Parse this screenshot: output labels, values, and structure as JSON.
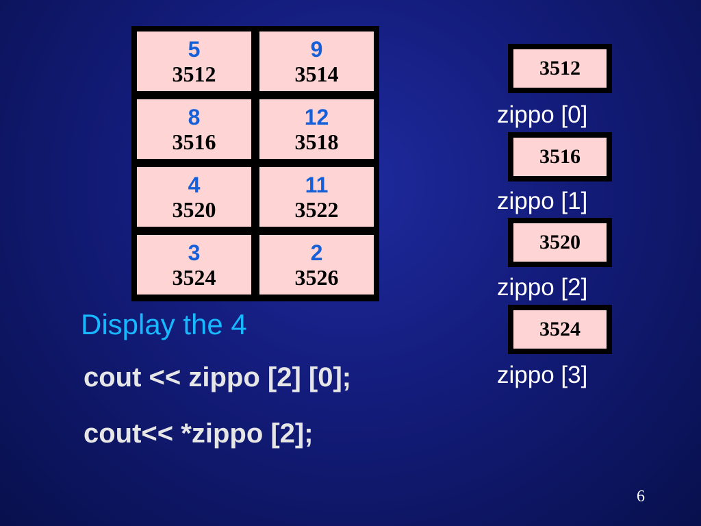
{
  "grid": {
    "cells": [
      {
        "value": "5",
        "address": "3512"
      },
      {
        "value": "9",
        "address": "3514"
      },
      {
        "value": "8",
        "address": "3516"
      },
      {
        "value": "12",
        "address": "3518"
      },
      {
        "value": "4",
        "address": "3520"
      },
      {
        "value": "11",
        "address": "3522"
      },
      {
        "value": "3",
        "address": "3524"
      },
      {
        "value": "2",
        "address": "3526"
      }
    ]
  },
  "pointers": [
    {
      "address": "3512",
      "label": "zippo [0]"
    },
    {
      "address": "3516",
      "label": "zippo [1]"
    },
    {
      "address": "3520",
      "label": "zippo [2]"
    },
    {
      "address": "3524",
      "label": "zippo [3]"
    }
  ],
  "display_text": "Display the 4",
  "code_lines": [
    "cout << zippo [2] [0];",
    "cout<< *zippo [2];"
  ],
  "slide_number": "6",
  "colors": {
    "cell_fill": "#ffd4d4",
    "value_text": "#1560d8",
    "display_text": "#18b8ff",
    "background": "#131c7a"
  }
}
